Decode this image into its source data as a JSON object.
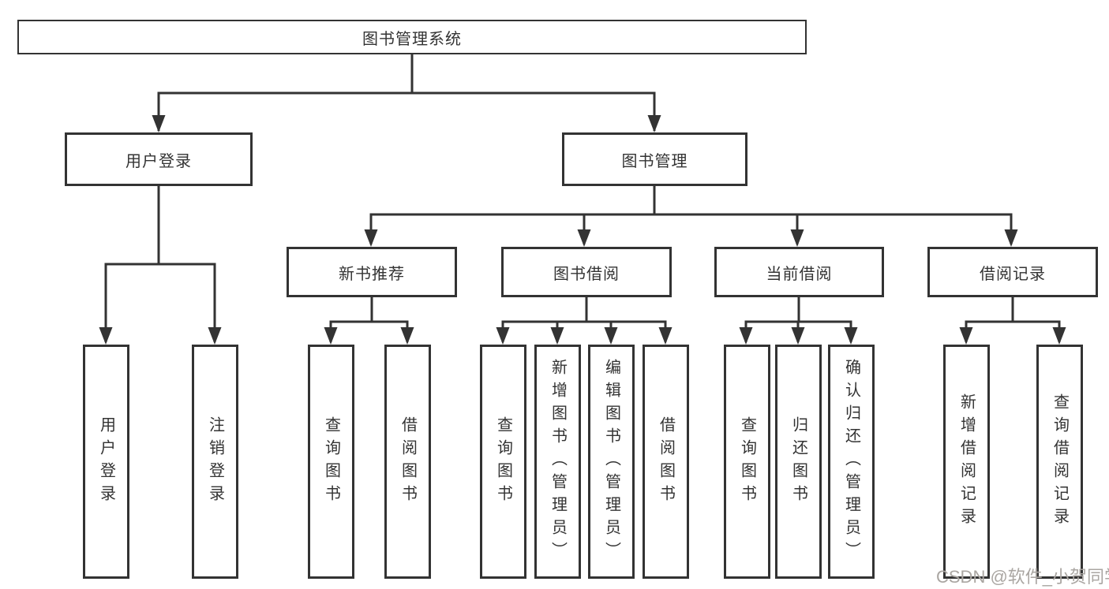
{
  "tree": {
    "label": "图书管理系统",
    "children": [
      {
        "label": "用户登录",
        "children": [
          {
            "label": "用户登录"
          },
          {
            "label": "注销登录"
          }
        ]
      },
      {
        "label": "图书管理",
        "children": [
          {
            "label": "新书推荐",
            "children": [
              {
                "label": "查询图书"
              },
              {
                "label": "借阅图书"
              }
            ]
          },
          {
            "label": "图书借阅",
            "children": [
              {
                "label": "查询图书"
              },
              {
                "label": "新增图书（管理员）"
              },
              {
                "label": "编辑图书（管理员）"
              },
              {
                "label": "借阅图书"
              }
            ]
          },
          {
            "label": "当前借阅",
            "children": [
              {
                "label": "查询图书"
              },
              {
                "label": "归还图书"
              },
              {
                "label": "确认归还（管理员）"
              }
            ]
          },
          {
            "label": "借阅记录",
            "children": [
              {
                "label": "新增借阅记录"
              },
              {
                "label": "查询借阅记录"
              }
            ]
          }
        ]
      }
    ]
  },
  "watermark": "CSDN @软件_小贺同学",
  "colors": {
    "line": "#333333",
    "box_border": "#333333",
    "text": "#333333",
    "watermark": "#aaa6a2",
    "background": "#ffffff"
  }
}
